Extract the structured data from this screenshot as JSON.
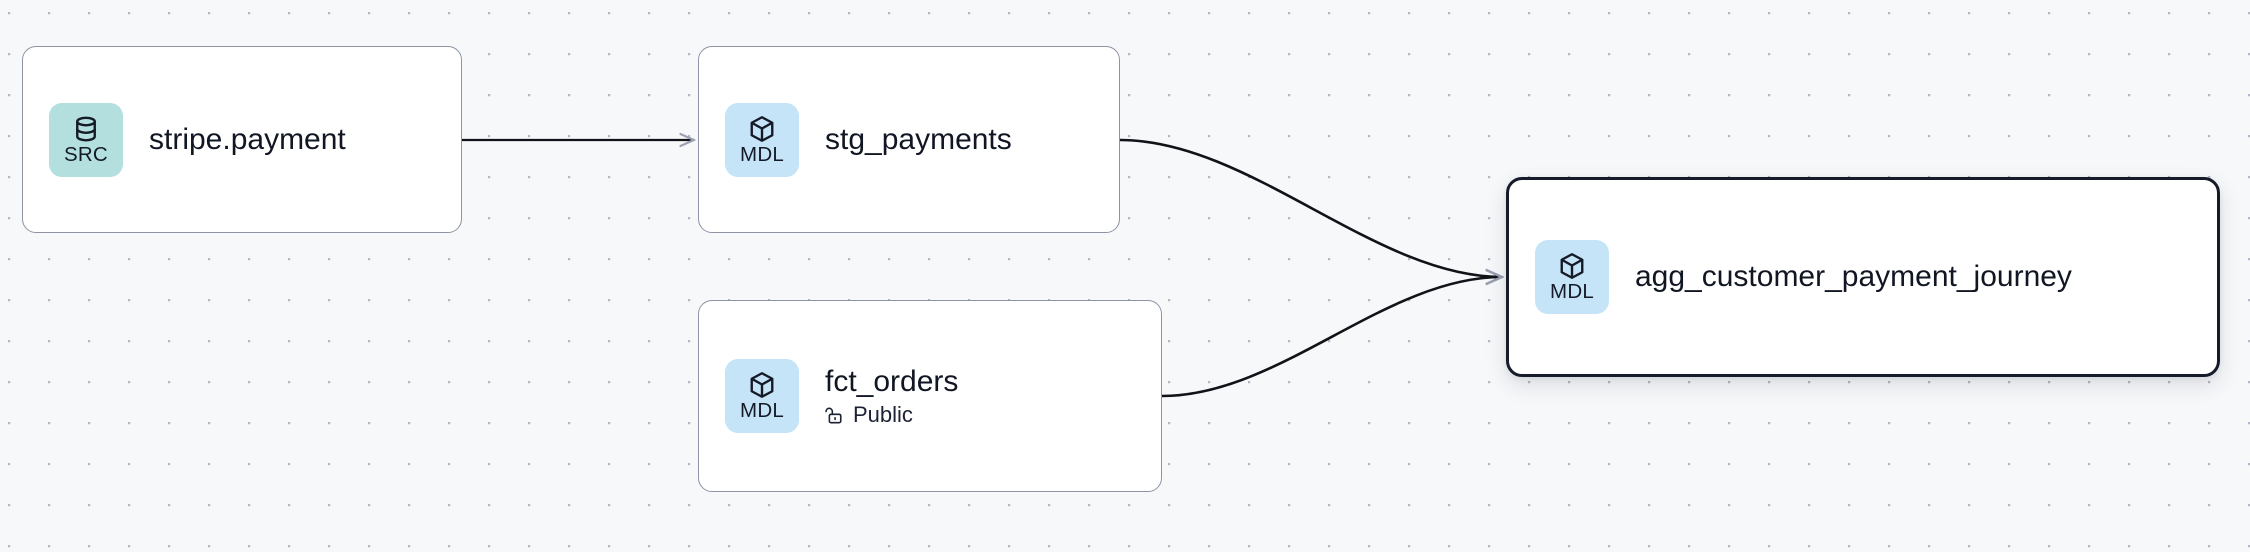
{
  "canvas": {
    "background_color": "#f7f8fa",
    "dot_color": "#b4b7c4",
    "grid_spacing": "40px"
  },
  "graph": {
    "type": "lineage-dag",
    "node_count": 4,
    "edge_count": 3,
    "nodes": [
      {
        "id": "stripe_payment",
        "title": "stripe.payment",
        "badge_label": "SRC",
        "badge_kind": "source",
        "badge_icon": "database-icon",
        "badge_color": "#b3e0de",
        "selected": false,
        "meta": null
      },
      {
        "id": "stg_payments",
        "title": "stg_payments",
        "badge_label": "MDL",
        "badge_kind": "model",
        "badge_icon": "cube-icon",
        "badge_color": "#c5e4f7",
        "selected": false,
        "meta": null
      },
      {
        "id": "fct_orders",
        "title": "fct_orders",
        "badge_label": "MDL",
        "badge_kind": "model",
        "badge_icon": "cube-icon",
        "badge_color": "#c5e4f7",
        "selected": false,
        "meta": {
          "icon": "unlock-icon",
          "label": "Public"
        }
      },
      {
        "id": "agg_customer_payment_journey",
        "title": "agg_customer_payment_journey",
        "badge_label": "MDL",
        "badge_kind": "model",
        "badge_icon": "cube-icon",
        "badge_color": "#c5e4f7",
        "selected": true,
        "meta": null
      }
    ],
    "edges": [
      {
        "from": "stripe_payment",
        "to": "stg_payments",
        "style": "straight"
      },
      {
        "from": "stg_payments",
        "to": "agg_customer_payment_journey",
        "style": "bezier"
      },
      {
        "from": "fct_orders",
        "to": "agg_customer_payment_journey",
        "style": "bezier"
      }
    ]
  }
}
